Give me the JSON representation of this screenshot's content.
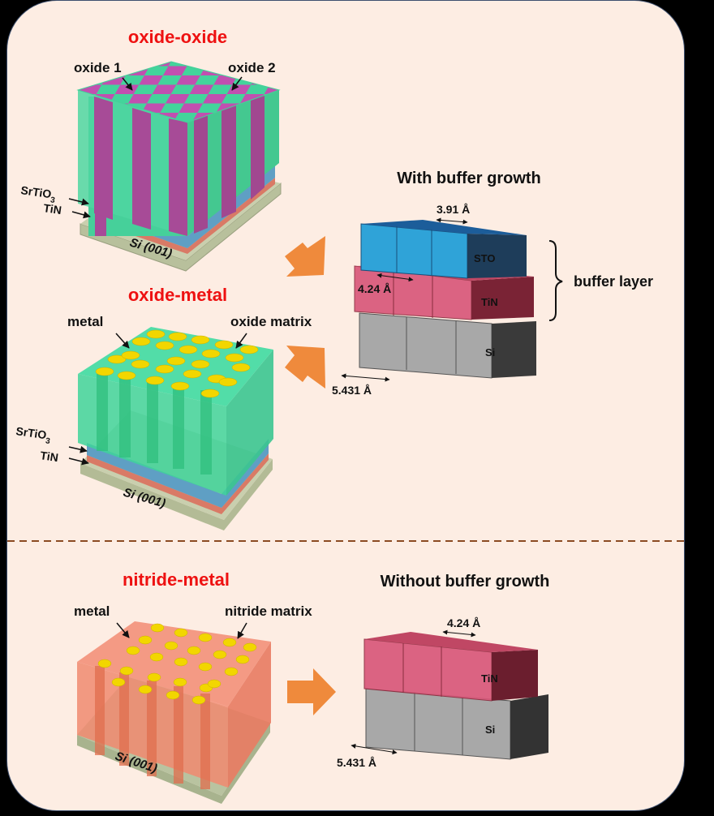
{
  "figure": {
    "top_section": {
      "oxide_oxide": {
        "title": "oxide-oxide",
        "labels": {
          "oxide1": "oxide 1",
          "oxide2": "oxide 2",
          "srtio3": "SrTiO",
          "srtio3_sub": "3",
          "tin": "TiN",
          "substrate": "Si (001)"
        }
      },
      "oxide_metal": {
        "title": "oxide-metal",
        "labels": {
          "metal": "metal",
          "matrix": "oxide matrix",
          "srtio3": "SrTiO",
          "srtio3_sub": "3",
          "tin": "TiN",
          "substrate": "Si (001)"
        }
      },
      "with_buffer": {
        "title": "With buffer growth",
        "lattice": {
          "sto": "3.91 Å",
          "tin": "4.24 Å",
          "si": "5.431 Å"
        },
        "block_labels": {
          "sto": "STO",
          "tin": "TiN",
          "si": "Si"
        },
        "bracket_label": "buffer layer"
      }
    },
    "bottom_section": {
      "nitride_metal": {
        "title": "nitride-metal",
        "labels": {
          "metal": "metal",
          "matrix": "nitride matrix",
          "substrate": "Si (001)"
        }
      },
      "without_buffer": {
        "title": "Without buffer growth",
        "lattice": {
          "tin": "4.24 Å",
          "si": "5.431 Å"
        },
        "block_labels": {
          "tin": "TiN",
          "si": "Si"
        }
      }
    },
    "colors": {
      "title_red": "#ee1111",
      "background": "#fdede3",
      "arrow_orange": "#ef8a3c",
      "oxide_green": "#3fd49a",
      "oxide_magenta": "#b04aa0",
      "sto_blue": "#2f9ed6",
      "tin_red": "#d9536f",
      "si_gray": "#9a9a9a",
      "metal_yellow": "#f2d600",
      "nitride_orange": "#f08a70",
      "substrate_khaki": "#b8c09c"
    }
  }
}
